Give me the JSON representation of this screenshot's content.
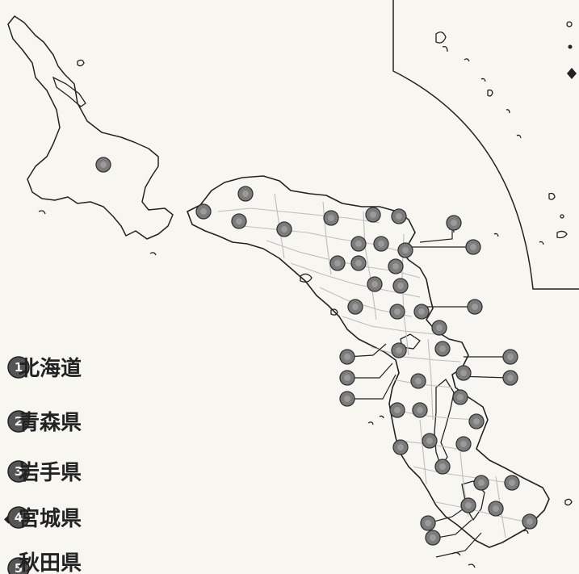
{
  "legend": {
    "items": [
      {
        "number": "1",
        "name": "北海道"
      },
      {
        "number": "2",
        "name": "青森県"
      },
      {
        "number": "3",
        "name": "岩手県"
      },
      {
        "number": "4",
        "name": "宮城県"
      },
      {
        "number": "5",
        "name": "秋田県"
      }
    ],
    "marker": "◆"
  },
  "map": {
    "marker_count": 47,
    "colors": {
      "ink": "#222222",
      "marker_fill": "#7c7c7c",
      "marker_stroke": "#333333",
      "border_light": "#bdbdbd",
      "paper": "#f7f6f1"
    }
  }
}
